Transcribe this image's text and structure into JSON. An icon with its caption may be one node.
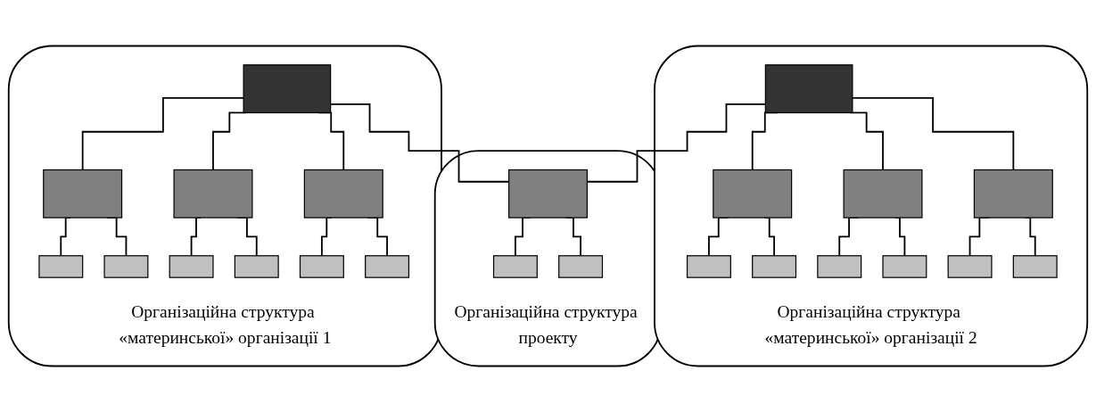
{
  "diagram": {
    "nodes": [
      {
        "text": [
          "Організаційна структура «материнської» організації 1"
        ]
      },
      {
        "text": [],
        "shape": "box",
        "in": 0
      },
      {
        "text": [],
        "shape": "box",
        "in": 0
      },
      {
        "text": [],
        "shape": "box",
        "in": 0
      },
      {
        "text": [],
        "shape": "box",
        "in": 0
      },
      {
        "text": [],
        "shape": "box",
        "in": 0
      },
      {
        "text": [],
        "shape": "box",
        "in": 0
      },
      {
        "text": [],
        "shape": "box",
        "in": 0
      },
      {
        "text": [],
        "shape": "box",
        "in": 0
      },
      {
        "text": [],
        "shape": "box",
        "in": 0
      },
      {
        "text": [],
        "shape": "box",
        "in": 0
      },
      {
        "text": [
          "Організаційна структура проекту"
        ]
      },
      {
        "text": [],
        "shape": "box",
        "in": 11
      },
      {
        "text": [],
        "shape": "box",
        "in": 11
      },
      {
        "text": [],
        "shape": "box",
        "in": 11
      },
      {
        "text": [
          "Організаційна структура «материнської» організації 2"
        ]
      },
      {
        "text": [],
        "shape": "box",
        "in": 15
      },
      {
        "text": [],
        "shape": "box",
        "in": 15
      },
      {
        "text": [],
        "shape": "box",
        "in": 15
      },
      {
        "text": [],
        "shape": "box",
        "in": 15
      },
      {
        "text": [],
        "shape": "box",
        "in": 15
      },
      {
        "text": [],
        "shape": "box",
        "in": 15
      },
      {
        "text": [],
        "shape": "box",
        "in": 15
      },
      {
        "text": [],
        "shape": "box",
        "in": 15
      },
      {
        "text": [],
        "shape": "box",
        "in": 15
      },
      {
        "text": [],
        "shape": "box",
        "in": 15
      }
    ],
    "edges": [
      {
        "from": 1,
        "to": 2,
        "arrow": "none"
      },
      {
        "from": 1,
        "to": 3,
        "arrow": "none"
      },
      {
        "from": 1,
        "to": 4,
        "arrow": "none"
      },
      {
        "from": 2,
        "to": 5,
        "arrow": "none"
      },
      {
        "from": 2,
        "to": 6,
        "arrow": "none"
      },
      {
        "from": 3,
        "to": 7,
        "arrow": "none"
      },
      {
        "from": 3,
        "to": 8,
        "arrow": "none"
      },
      {
        "from": 4,
        "to": 9,
        "arrow": "none"
      },
      {
        "from": 4,
        "to": 10,
        "arrow": "none"
      },
      {
        "from": 1,
        "to": 12,
        "arrow": "none"
      },
      {
        "from": 16,
        "to": 12,
        "arrow": "none"
      },
      {
        "from": 12,
        "to": 13,
        "arrow": "none"
      },
      {
        "from": 12,
        "to": 14,
        "arrow": "none"
      },
      {
        "from": 16,
        "to": 17,
        "arrow": "none"
      },
      {
        "from": 16,
        "to": 18,
        "arrow": "none"
      },
      {
        "from": 16,
        "to": 19,
        "arrow": "none"
      },
      {
        "from": 17,
        "to": 20,
        "arrow": "none"
      },
      {
        "from": 17,
        "to": 21,
        "arrow": "none"
      },
      {
        "from": 18,
        "to": 22,
        "arrow": "none"
      },
      {
        "from": 18,
        "to": 23,
        "arrow": "none"
      },
      {
        "from": 19,
        "to": 24,
        "arrow": "none"
      },
      {
        "from": 19,
        "to": 25,
        "arrow": "none"
      }
    ]
  }
}
